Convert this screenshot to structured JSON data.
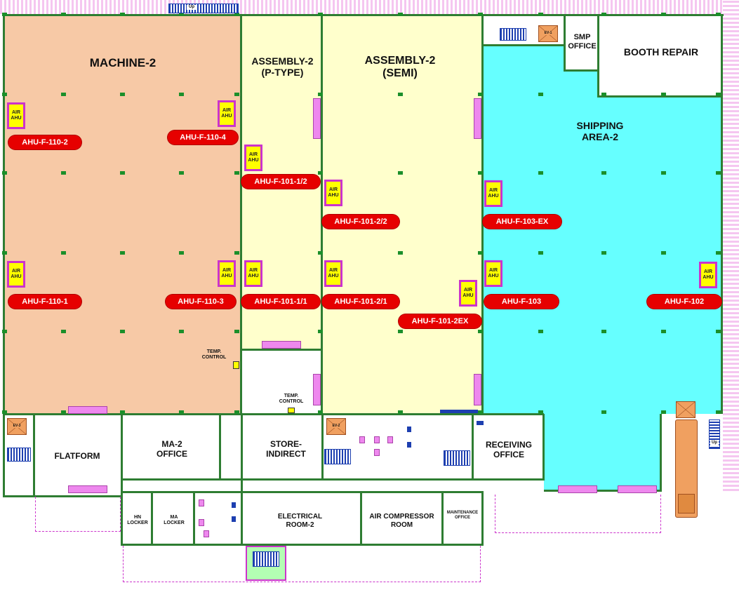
{
  "colors": {
    "machine_area": "#f7c9a6",
    "assembly_area": "#ffffcc",
    "shipping_area": "#66ffff",
    "wall": "#2e7d32",
    "ahu_tag": "#e60000",
    "ahu_box": "#ffff00",
    "door": "#ee88ee",
    "boundary": "#cc33cc"
  },
  "areas": {
    "machine": "MACHINE-2",
    "assembly_p_line1": "ASSEMBLY-2",
    "assembly_p_line2": "(P-TYPE)",
    "assembly_semi_line1": "ASSEMBLY-2",
    "assembly_semi_line2": "(SEMI)",
    "shipping_line1": "SHIPPING",
    "shipping_line2": "AREA-2",
    "booth_repair": "BOOTH REPAIR",
    "smp_office_line1": "SMP",
    "smp_office_line2": "OFFICE",
    "flatform": "FLATFORM",
    "ma2_office_line1": "MA-2",
    "ma2_office_line2": "OFFICE",
    "store_line1": "STORE-",
    "store_line2": "INDIRECT",
    "receiving_line1": "RECEIVING",
    "receiving_line2": "OFFICE",
    "hn_locker_line1": "HN",
    "hn_locker_line2": "LOCKER",
    "ma_locker_line1": "MA",
    "ma_locker_line2": "LOCKER",
    "electrical_line1": "ELECTRICAL",
    "electrical_line2": "ROOM-2",
    "air_compressor_line1": "AIR COMPRESSOR",
    "air_compressor_line2": "ROOM",
    "maintenance_line1": "MAINTENANCE",
    "maintenance_line2": "OFFICE"
  },
  "temp_control": {
    "line1": "TEMP.",
    "line2": "CONTROL"
  },
  "ahu_box_text": {
    "line1": "AIR",
    "line2": "AHU"
  },
  "ahu_tags": [
    "AHU-F-110-2",
    "AHU-F-110-4",
    "AHU-F-110-1",
    "AHU-F-110-3",
    "AHU-F-101-1/2",
    "AHU-F-101-1/1",
    "AHU-F-101-2/2",
    "AHU-F-101-2/1",
    "AHU-F-101-2EX",
    "AHU-F-103-EX",
    "AHU-F-103",
    "AHU-F-102"
  ],
  "elevators": {
    "ev1": "EV-1",
    "ev2": "EV-2",
    "ev3": "EV-3"
  },
  "stair_marks": {
    "up_top": "Up",
    "up_right": "Up"
  }
}
